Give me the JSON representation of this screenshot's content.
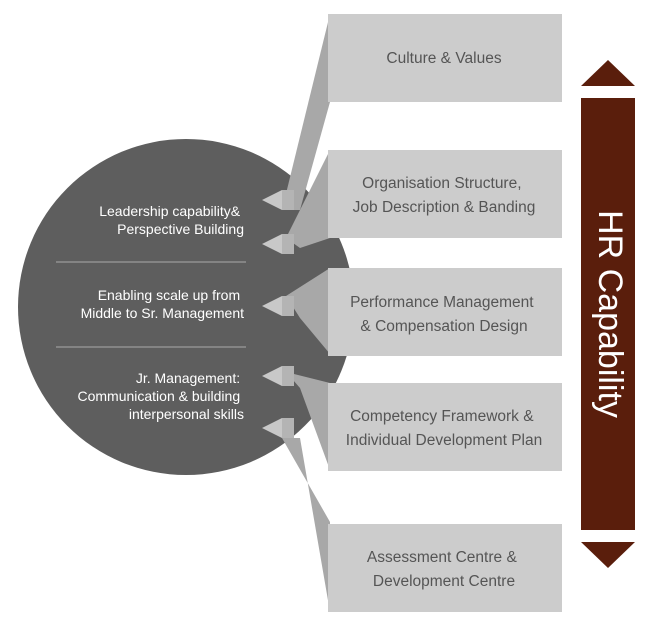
{
  "circle": {
    "items": [
      {
        "lines": [
          "Leadership capability&",
          "Perspective Building"
        ]
      },
      {
        "lines": [
          "Enabling scale up from",
          "Middle to Sr. Management"
        ]
      },
      {
        "lines": [
          "Jr. Management:",
          "Communication & building",
          "interpersonal skills"
        ]
      }
    ]
  },
  "boxes": [
    {
      "lines": [
        "Culture & Values"
      ]
    },
    {
      "lines": [
        "Organisation Structure,",
        "Job Description & Banding"
      ]
    },
    {
      "lines": [
        "Performance Management",
        "& Compensation Design"
      ]
    },
    {
      "lines": [
        "Competency Framework &",
        "Individual Development Plan"
      ]
    },
    {
      "lines": [
        "Assessment Centre &",
        "Development Centre"
      ]
    }
  ],
  "bar": {
    "label": "HR Capability"
  },
  "colors": {
    "circle": "#5e5e5e",
    "box": "#cccccc",
    "connector": "#a8a8a8",
    "bar": "#5a1e0c",
    "divider": "#9a9a9a"
  }
}
